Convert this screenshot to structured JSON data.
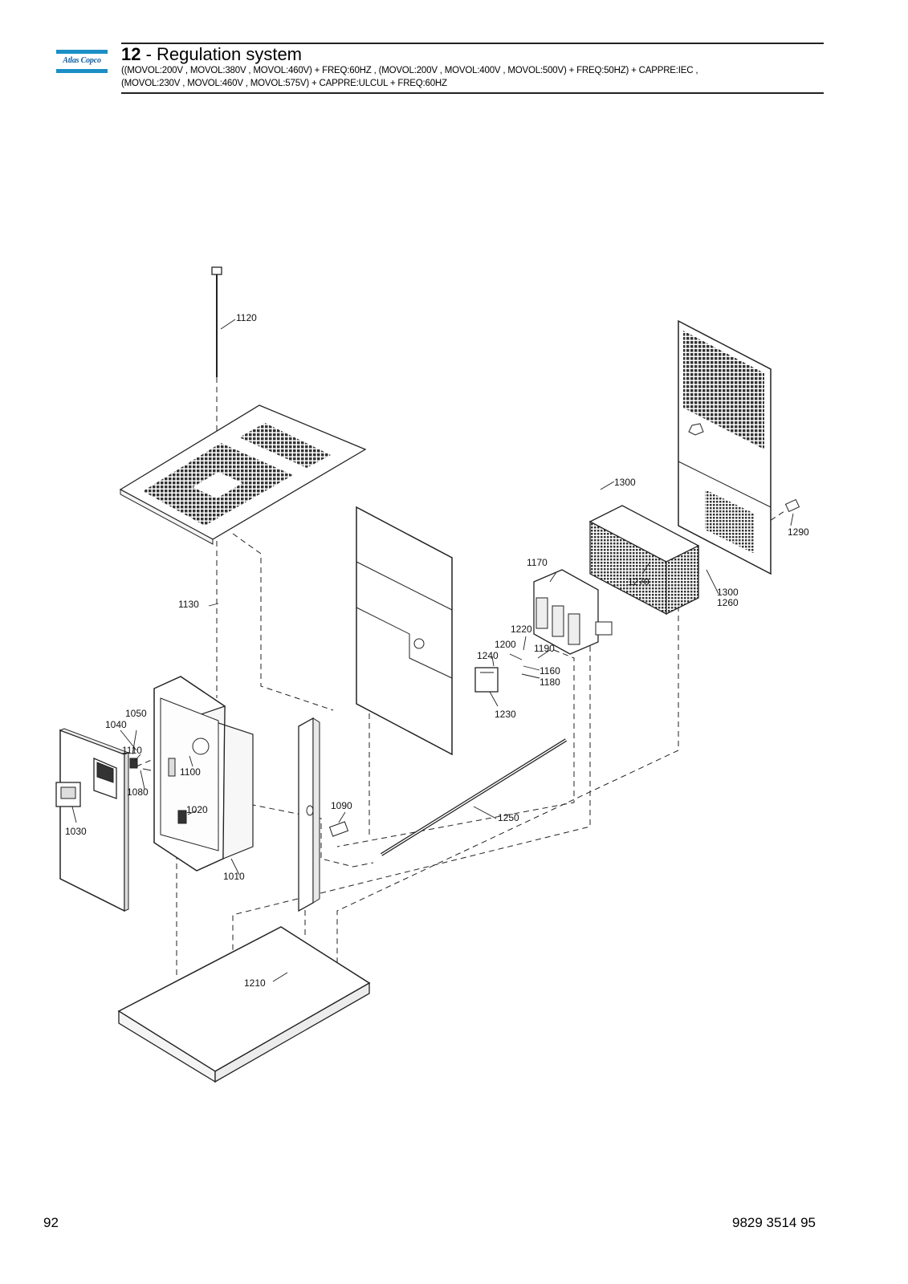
{
  "header": {
    "logo_text": "Atlas Copco",
    "section_number": "12",
    "section_title": " - Regulation system",
    "condition_line1": "((MOVOL:200V , MOVOL:380V , MOVOL:460V) + FREQ:60HZ , (MOVOL:200V , MOVOL:400V , MOVOL:500V) + FREQ:50HZ) + CAPPRE:IEC ,",
    "condition_line2": "(MOVOL:230V , MOVOL:460V , MOVOL:575V) + CAPPRE:ULCUL + FREQ:60HZ"
  },
  "parts": {
    "p1010": "1010",
    "p1020": "1020",
    "p1030": "1030",
    "p1040": "1040",
    "p1050": "1050",
    "p1080": "1080",
    "p1090": "1090",
    "p1100": "1100",
    "p1110": "1110",
    "p1120": "1120",
    "p1130": "1130",
    "p1160": "1160",
    "p1170": "1170",
    "p1180": "1180",
    "p1190": "1190",
    "p1200": "1200",
    "p1210": "1210",
    "p1220": "1220",
    "p1230": "1230",
    "p1240": "1240",
    "p1250": "1250",
    "p1260": "1260",
    "p1270": "1270",
    "p1290": "1290",
    "p1300a": "1300",
    "p1300b": "1300"
  },
  "footer": {
    "page_number": "92",
    "document_number": "9829 3514 95"
  }
}
